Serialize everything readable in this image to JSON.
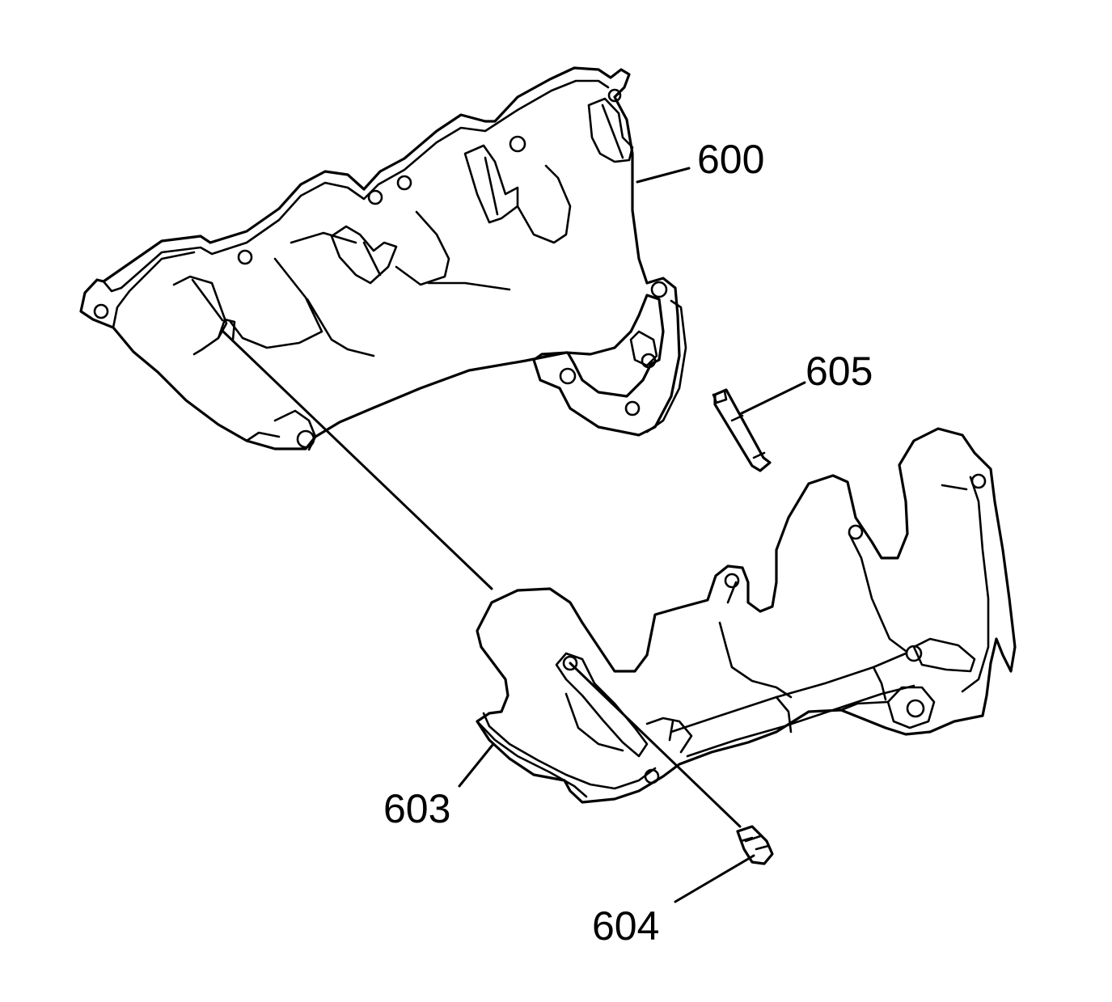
{
  "callouts": {
    "c600": "600",
    "c605": "605",
    "c603": "603",
    "c604": "604"
  }
}
